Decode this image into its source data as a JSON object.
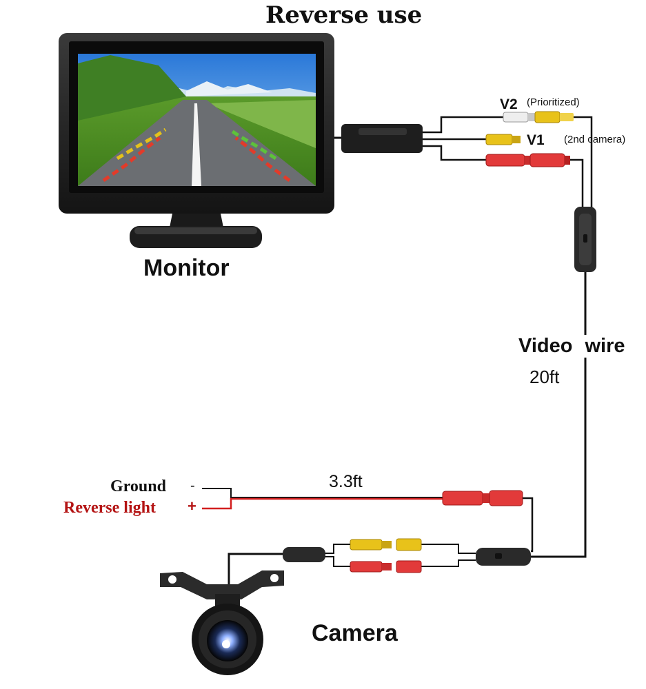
{
  "title": "Reverse use",
  "labels": {
    "monitor": "Monitor",
    "camera": "Camera",
    "v2": "V2",
    "v2_note": "(Prioritized)",
    "v1": "V1",
    "v1_note": "(2nd camera)",
    "video_wire": "Video wire",
    "video_wire_length": "20ft",
    "power_length": "3.3ft",
    "ground": "Ground",
    "ground_sign": "-",
    "reverse_light": "Reverse light",
    "reverse_light_sign": "+"
  },
  "colors": {
    "wire_black": "#111111",
    "wire_red": "#d21f1f",
    "connector_yellow": "#e8c21a",
    "connector_red": "#e23a3a",
    "connector_white": "#eeeeee",
    "reverse_light_text": "#b41414",
    "body_black": "#1a1a1a"
  }
}
